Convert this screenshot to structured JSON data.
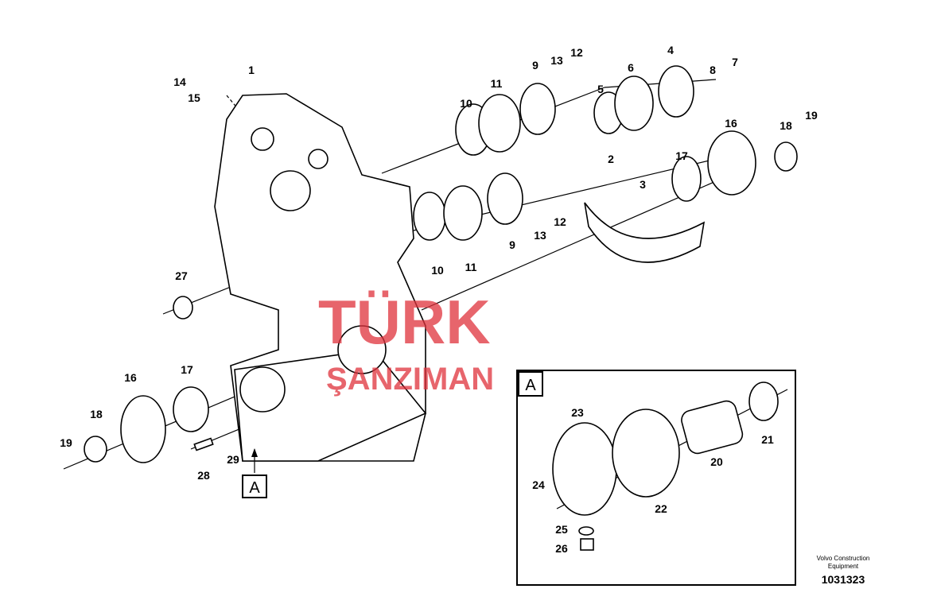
{
  "watermark": {
    "line1": "TÜRK",
    "line2": "ŞANZIMAN"
  },
  "labels": {
    "housing": "1",
    "sensor_top": "14",
    "oring_top": "15",
    "ring_10a": "10",
    "gasket_11a": "11",
    "cover_9a": "9",
    "washer_13a": "13",
    "bolt_12a": "12",
    "ring_5": "5",
    "gasket_6": "6",
    "cover_4": "4",
    "washer_8": "8",
    "bolt_7": "7",
    "bolt_19a": "19",
    "cap_18a": "18",
    "flange_16a": "16",
    "seal_17a": "17",
    "guard_2": "2",
    "bolt_3": "3",
    "ring_10b": "10",
    "gasket_11b": "11",
    "cover_9b": "9",
    "washer_13b": "13",
    "bolt_12b": "12",
    "oring_27": "27",
    "seal_17b": "17",
    "flange_16b": "16",
    "cap_18b": "18",
    "bolt_19b": "19",
    "sensor_28": "28",
    "oring_29": "29",
    "cover_23": "23",
    "bolt_24": "24",
    "filter_20": "20",
    "oring_21": "21",
    "gasket_22": "22",
    "washer_25": "25",
    "plug_26": "26"
  },
  "view_marker": "A",
  "detail_title": "A",
  "footer": {
    "company_line1": "Volvo Construction",
    "company_line2": "Equipment",
    "drawing_number": "1031323"
  }
}
